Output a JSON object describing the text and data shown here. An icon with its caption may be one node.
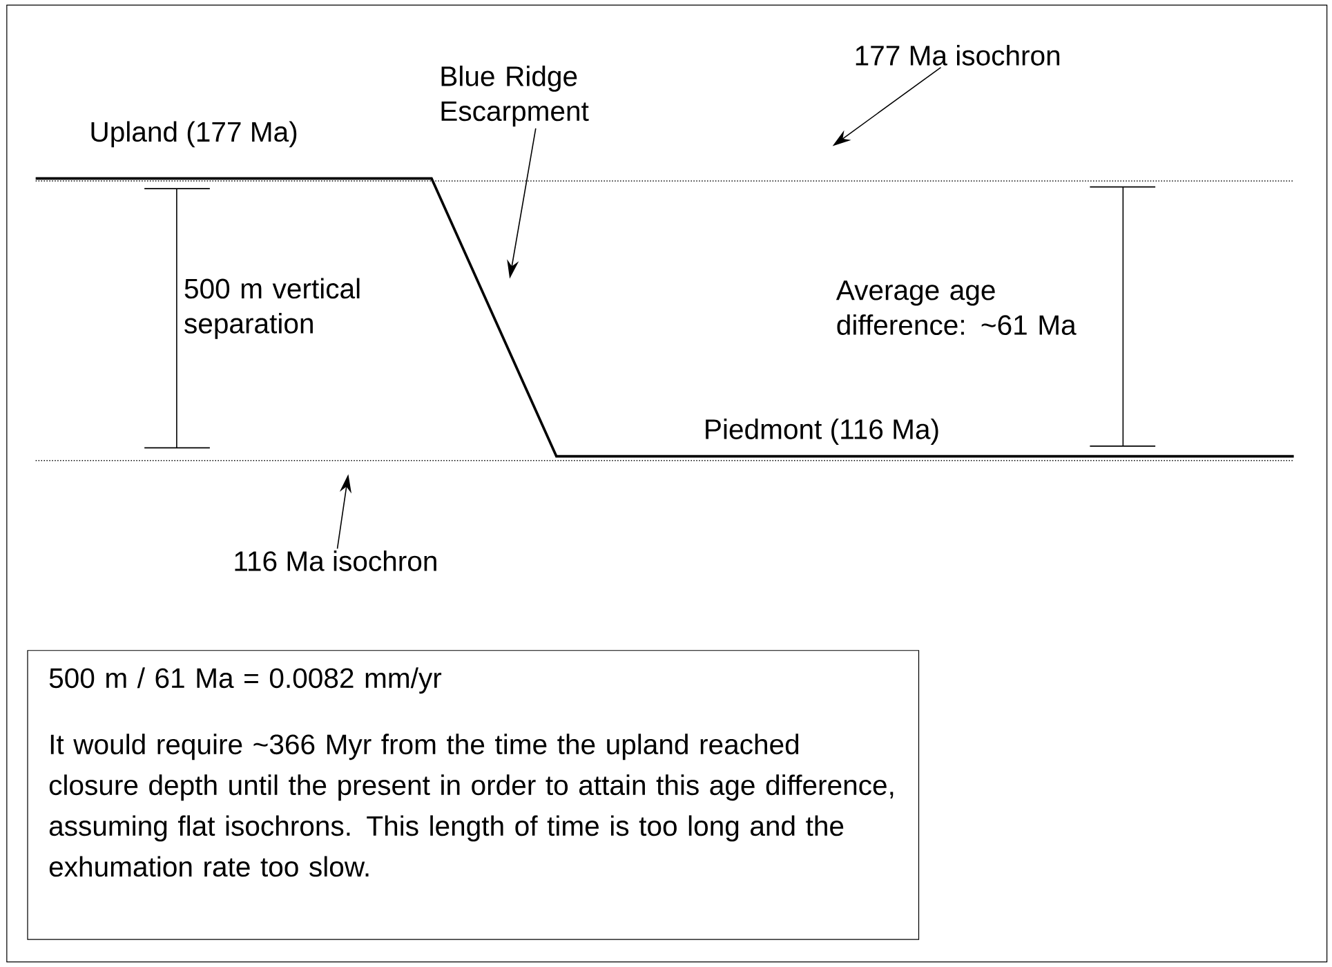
{
  "diagram": {
    "nodes": [
      {
        "text": [
          "177 Ma isochron"
        ]
      },
      {
        "text": [
          "Blue Ridge Escarpment"
        ]
      },
      {
        "text": [
          "116 Ma isochron"
        ]
      },
      {
        "text": [
          "500 m / 61 Ma = 0.0082 mm/yr",
          "It would require ~366 Myr from the time the upland reached closure depth until the present in order to attain this age difference, assuming flat isochrons. This length of time is too long and the exhumation rate too slow."
        ]
      }
    ],
    "edges": [
      {
        "from": 0,
        "to": null,
        "arrow": "to"
      },
      {
        "from": 1,
        "to": null,
        "arrow": "to"
      },
      {
        "from": 2,
        "to": null,
        "arrow": "to"
      }
    ],
    "labels": [
      "Upland (177 Ma)",
      "500 m vertical separation",
      "Average age difference: ~61 Ma",
      "Piedmont (116 Ma)"
    ]
  }
}
